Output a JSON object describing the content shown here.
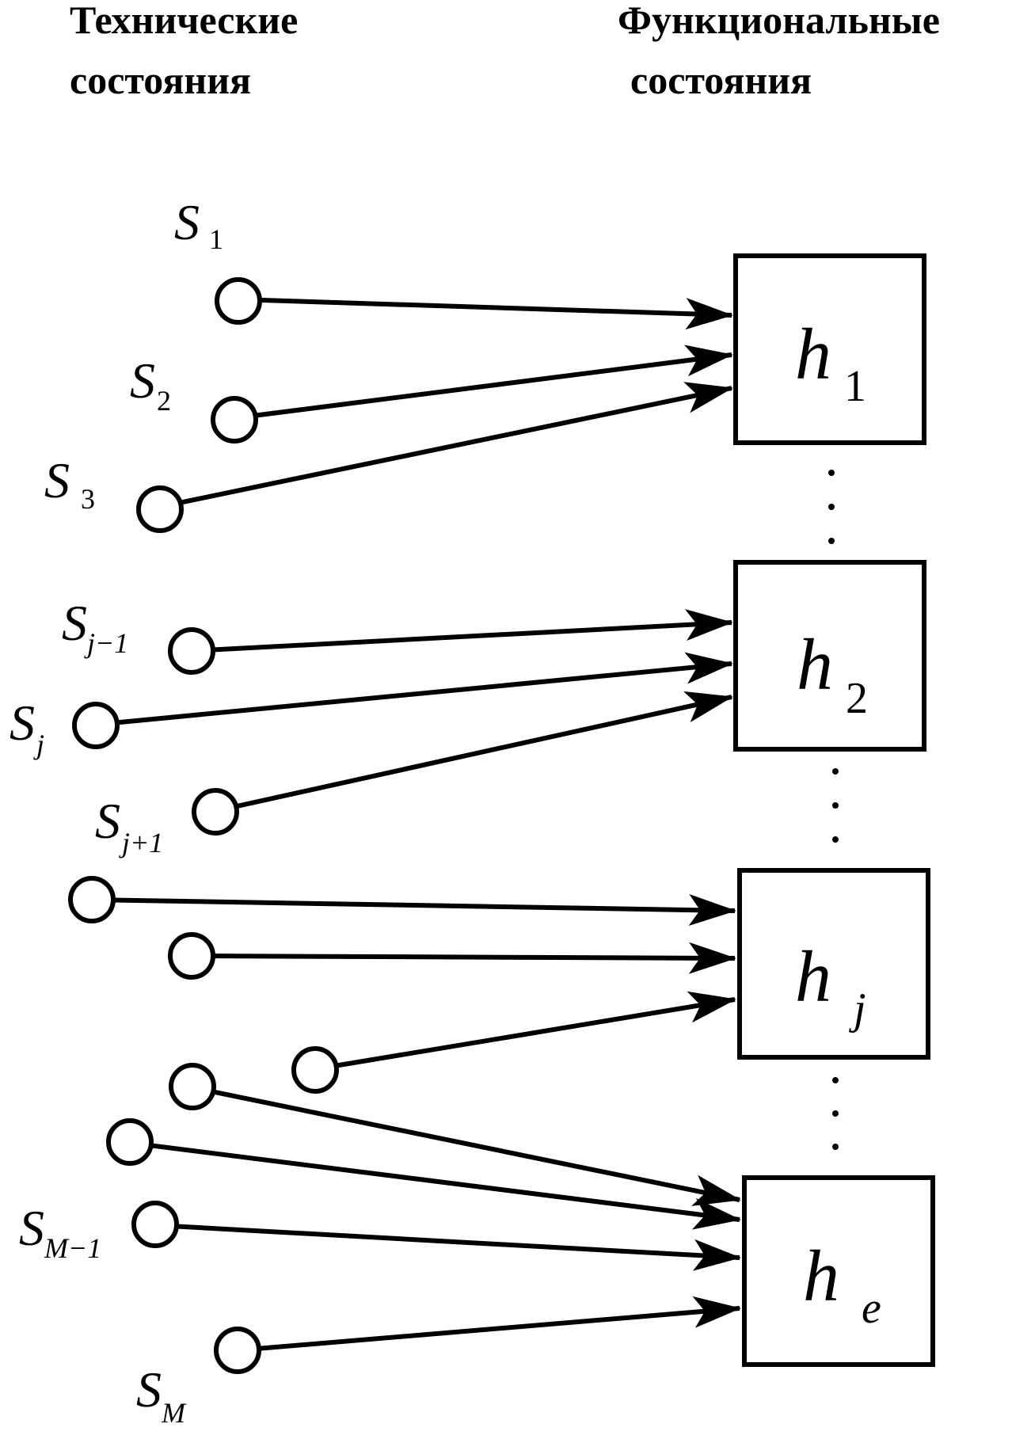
{
  "headings": {
    "left_line1": "Технические",
    "left_line2": "состояния",
    "right_line1": "Функциональные",
    "right_line2": "состояния"
  },
  "source_labels": {
    "s1": {
      "main": "S",
      "sub": "1"
    },
    "s2": {
      "main": "S",
      "sub": "2"
    },
    "s3": {
      "main": "S",
      "sub": "3"
    },
    "sjm1": {
      "main": "S",
      "sub": "j−1"
    },
    "sj": {
      "main": "S",
      "sub": "j"
    },
    "sjp1": {
      "main": "S",
      "sub": "j+1"
    },
    "smm1": {
      "main": "S",
      "sub": "M−1"
    },
    "sm": {
      "main": "S",
      "sub": "M"
    }
  },
  "functional_states": {
    "h1": {
      "main": "h",
      "sub": "1"
    },
    "h2": {
      "main": "h",
      "sub": "2"
    },
    "hj": {
      "main": "h",
      "sub": "j"
    },
    "he": {
      "main": "h",
      "sub": "e"
    }
  }
}
